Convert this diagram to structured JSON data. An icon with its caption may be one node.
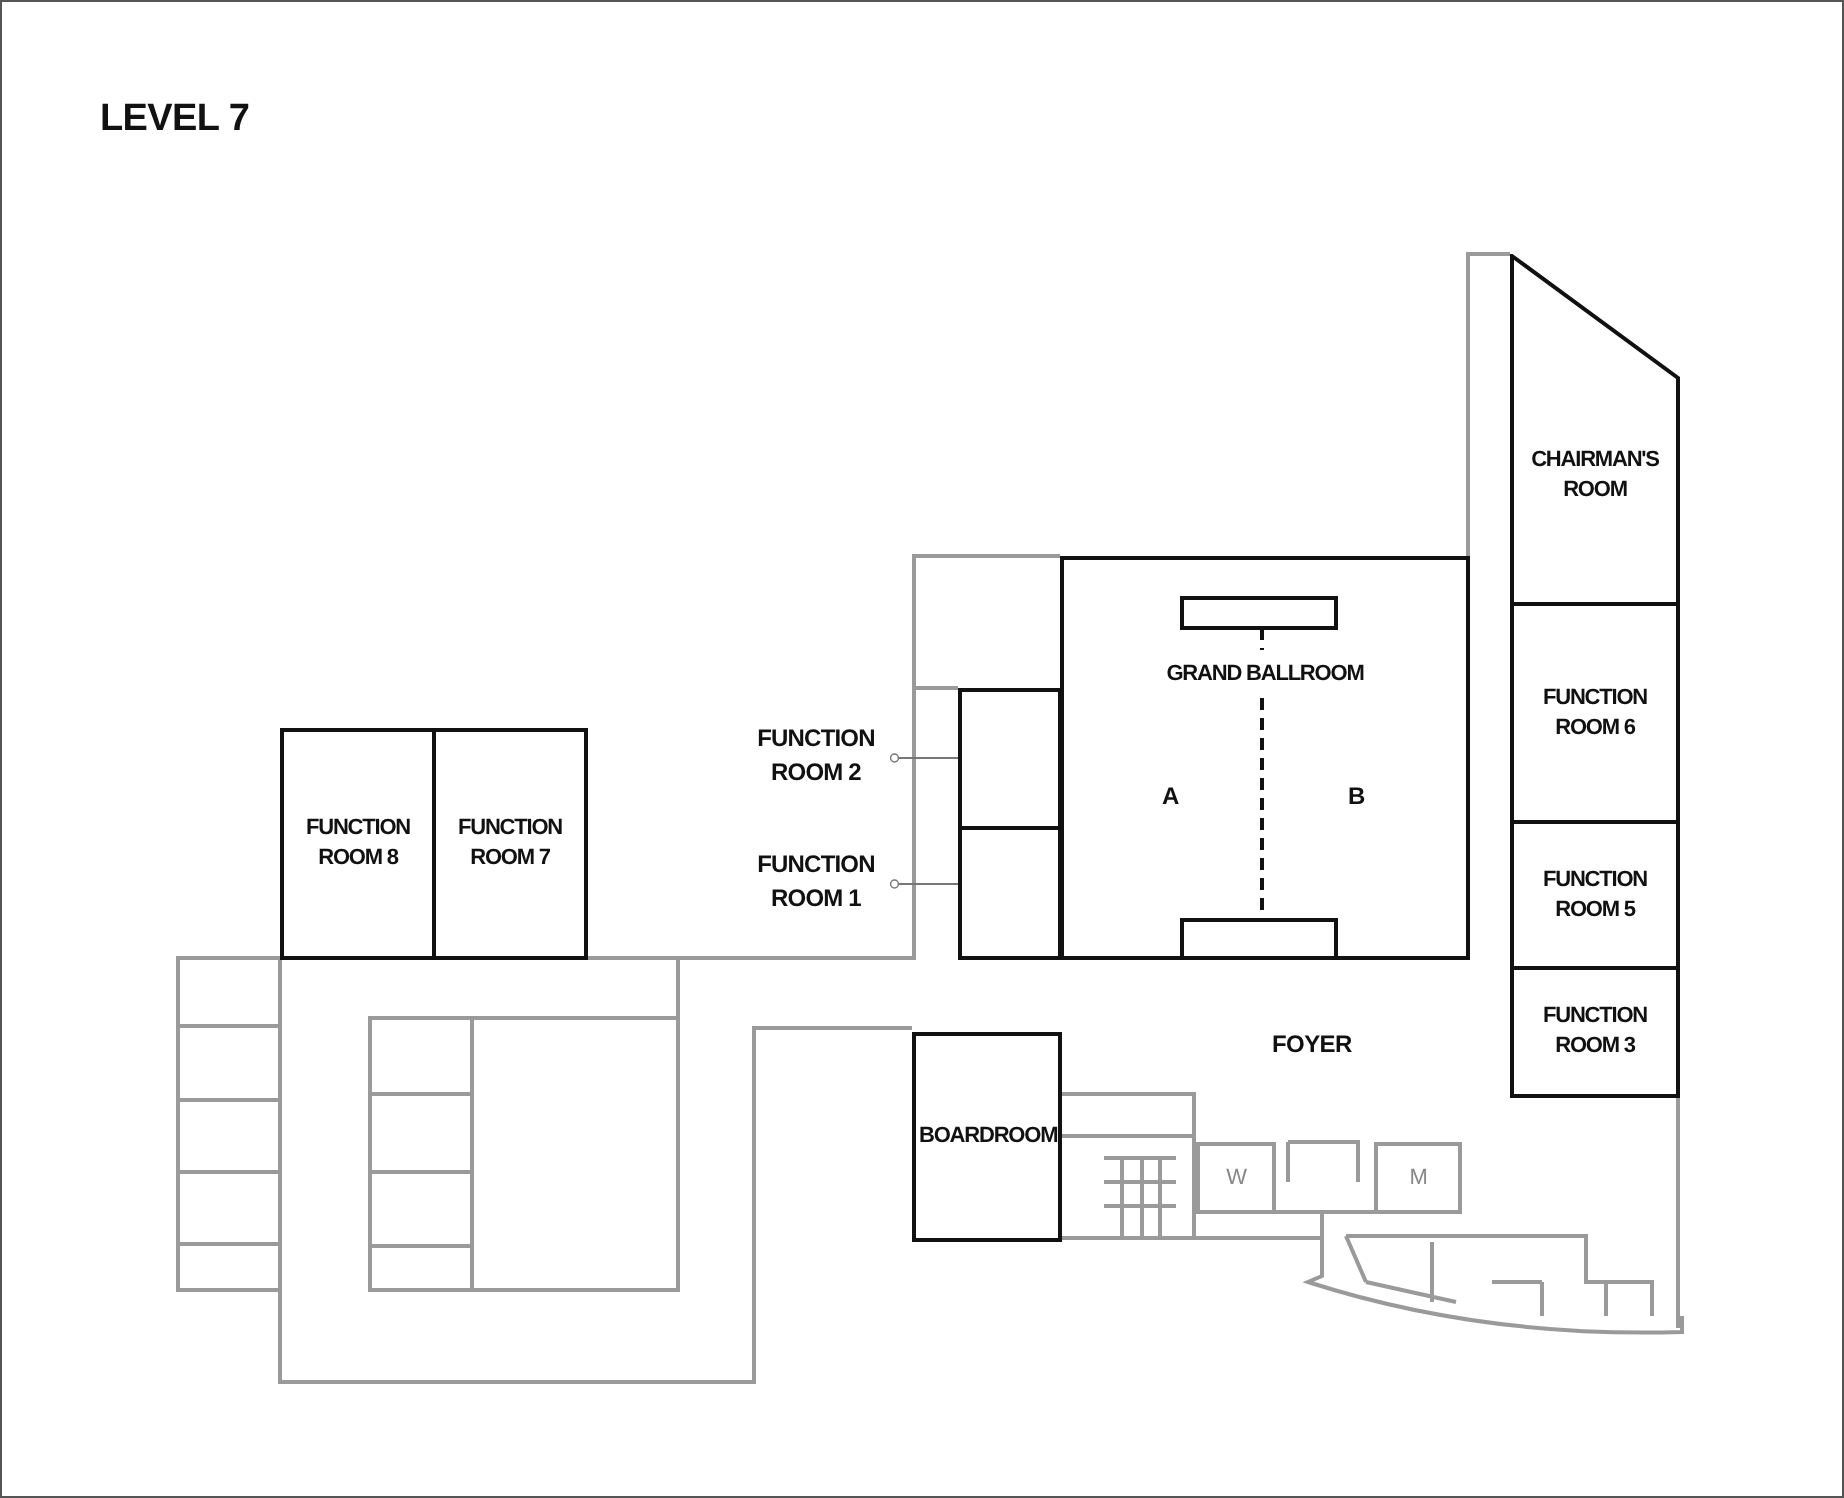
{
  "diagram": {
    "title": "LEVEL 7",
    "nodes": [
      {
        "text": [
          "FUNCTION ROOM 8"
        ]
      },
      {
        "text": [
          "FUNCTION ROOM 7"
        ]
      },
      {
        "text": [
          "FUNCTION ROOM 2"
        ]
      },
      {
        "text": [],
        "shape": "box"
      },
      {
        "text": [
          "GRAND BALLROOM"
        ]
      },
      {
        "text": [
          "CHAIRMAN'S ROOM"
        ]
      },
      {
        "text": [
          "FUNCTION ROOM 6"
        ]
      },
      {
        "text": [
          "FUNCTION ROOM 1"
        ]
      },
      {
        "text": [],
        "shape": "box"
      },
      {
        "text": [
          "FUNCTION ROOM 5"
        ]
      },
      {
        "text": [
          "FUNCTION ROOM 3"
        ]
      },
      {
        "text": [
          "BOARDROOM"
        ]
      },
      {
        "text": [
          "W"
        ]
      },
      {
        "text": [
          "M"
        ]
      }
    ],
    "edges": [
      {
        "from": 2,
        "to": 3,
        "arrow": "other"
      },
      {
        "from": 7,
        "to": 8,
        "arrow": "other"
      }
    ],
    "labels": [
      "A",
      "B",
      "FOYER"
    ]
  }
}
